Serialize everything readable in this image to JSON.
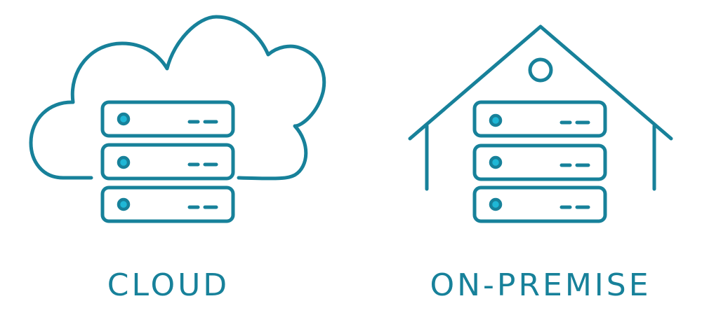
{
  "colors": {
    "primary": "#17819a",
    "led": "#1fb7d6",
    "background": "#ffffff"
  },
  "icons": [
    "cloud-icon",
    "house-icon",
    "server-rack-icon"
  ],
  "panels": [
    {
      "id": "cloud",
      "label": "CLOUD",
      "icon": "cloud-icon",
      "server_units": 3
    },
    {
      "id": "onprem",
      "label": "ON-PREMISE",
      "icon": "house-icon",
      "server_units": 3
    }
  ]
}
